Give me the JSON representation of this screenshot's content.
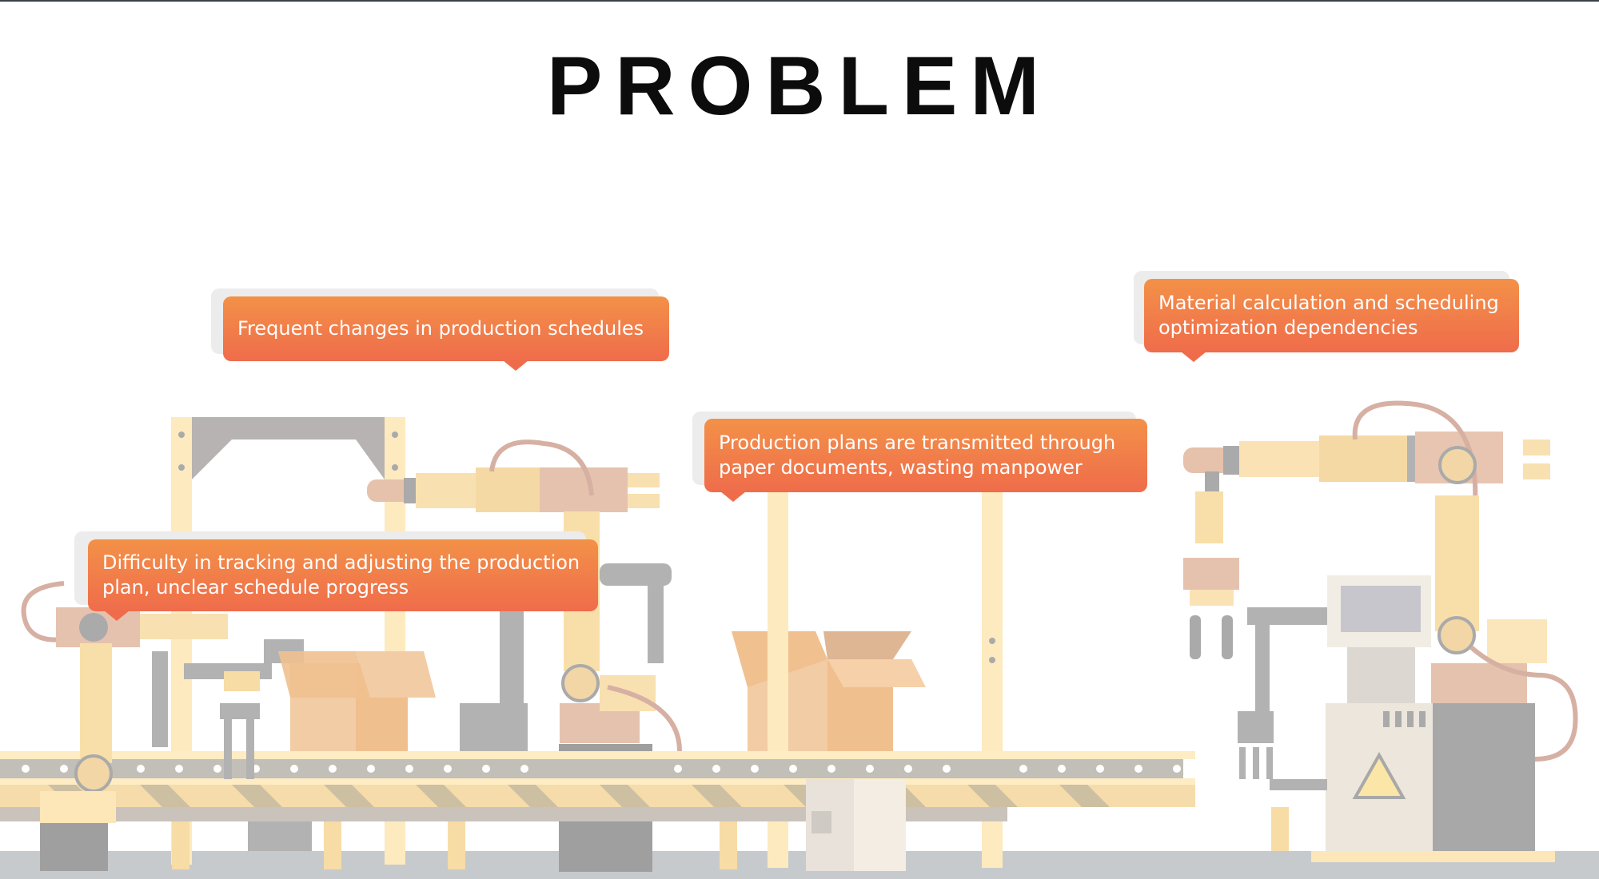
{
  "title": "PROBLEM",
  "callouts": [
    {
      "id": "frequent-changes",
      "lines": [
        "Frequent changes in production schedules"
      ]
    },
    {
      "id": "tracking-difficulty",
      "lines": [
        "Difficulty in tracking and adjusting the production",
        "plan, unclear schedule progress"
      ]
    },
    {
      "id": "paper-documents",
      "lines": [
        "Production plans are transmitted through",
        "paper documents, wasting manpower"
      ]
    },
    {
      "id": "material-calculation",
      "lines": [
        "Material calculation and scheduling",
        "optimization dependencies"
      ]
    }
  ],
  "colors": {
    "callout_top": "#f39148",
    "callout_bottom": "#ef6c4b",
    "title": "#0c0c0c",
    "machine_yellow": "#f7dca6",
    "machine_grey": "#b3b2b2",
    "box": "#f2c9a0"
  }
}
